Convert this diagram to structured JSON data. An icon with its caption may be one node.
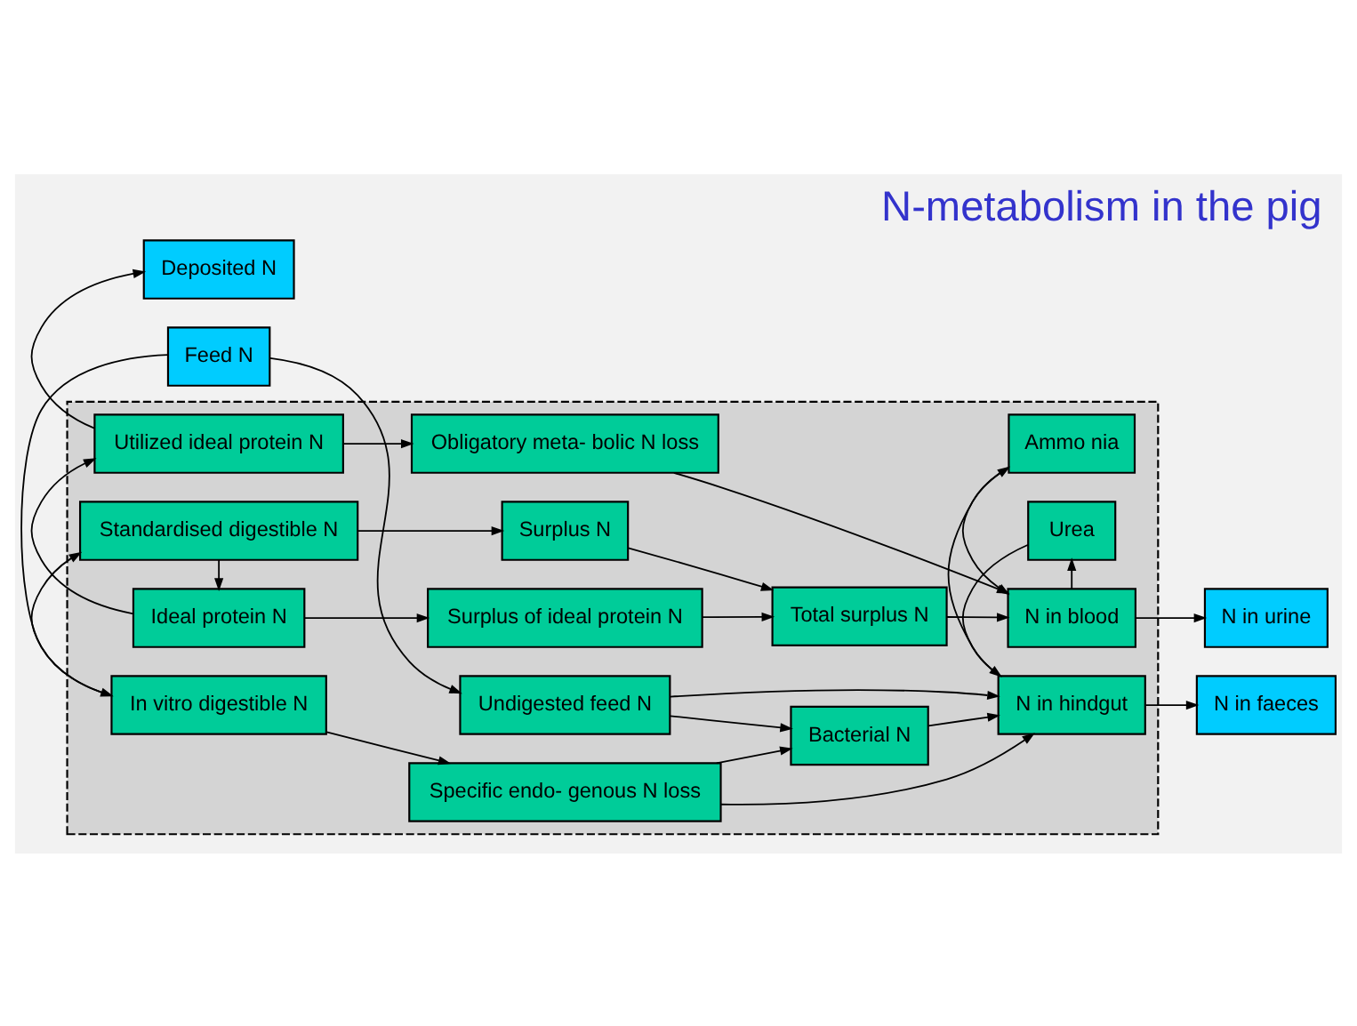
{
  "diagram": {
    "title": "N-metabolism in the pig",
    "nodes": [
      {
        "text": [
          "Feed N"
        ]
      },
      {
        "text": [],
        "shape": "box"
      },
      {
        "text": [
          "In vitro digestible N"
        ],
        "in": 1
      },
      {
        "text": [
          "Undigested feed N"
        ],
        "in": 1
      },
      {
        "text": [
          "Bacterial N"
        ],
        "in": 1
      },
      {
        "text": [
          "N in hindgut"
        ],
        "in": 1
      },
      {
        "text": [
          "Specific endo- genous N loss"
        ],
        "in": 1
      },
      {
        "text": [
          "Standardised digestible N"
        ],
        "in": 1
      },
      {
        "text": [
          "Surplus N"
        ],
        "in": 1
      },
      {
        "text": [
          "Total surplus N"
        ],
        "in": 1
      },
      {
        "text": [
          "Urea"
        ],
        "in": 1
      },
      {
        "text": [
          "Ammo nia"
        ],
        "in": 1
      },
      {
        "text": [
          "Ideal protein N"
        ],
        "in": 1
      },
      {
        "text": [
          "Surplus of ideal protein N"
        ],
        "in": 1
      },
      {
        "text": [
          "N in blood"
        ],
        "in": 1
      },
      {
        "text": [
          "Utilized ideal protein N"
        ],
        "in": 1
      },
      {
        "text": [
          "Obligatory meta- bolic N loss"
        ],
        "in": 1
      },
      {
        "text": [
          "N in faeces"
        ]
      },
      {
        "text": [
          "N in urine"
        ]
      },
      {
        "text": [
          "Deposited N"
        ]
      }
    ],
    "edges": [
      {
        "from": 0,
        "to": 2,
        "arrow": "to"
      },
      {
        "from": 0,
        "to": 3,
        "arrow": "to"
      },
      {
        "from": 2,
        "to": 7,
        "arrow": "to"
      },
      {
        "from": 2,
        "to": 6,
        "arrow": "to"
      },
      {
        "from": 7,
        "to": 12,
        "arrow": "to"
      },
      {
        "from": 7,
        "to": 8,
        "arrow": "to"
      },
      {
        "from": 12,
        "to": 15,
        "arrow": "to"
      },
      {
        "from": 12,
        "to": 13,
        "arrow": "to"
      },
      {
        "from": 15,
        "to": 19,
        "arrow": "to"
      },
      {
        "from": 15,
        "to": 16,
        "arrow": "to"
      },
      {
        "from": 3,
        "to": 5,
        "arrow": "to"
      },
      {
        "from": 3,
        "to": 4,
        "arrow": "to"
      },
      {
        "from": 6,
        "to": 4,
        "arrow": "to"
      },
      {
        "from": 6,
        "to": 5,
        "arrow": "to"
      },
      {
        "from": 4,
        "to": 5,
        "arrow": "to"
      },
      {
        "from": 5,
        "to": 17,
        "arrow": "to"
      },
      {
        "from": 8,
        "to": 9,
        "arrow": "to"
      },
      {
        "from": 13,
        "to": 9,
        "arrow": "to"
      },
      {
        "from": 9,
        "to": 14,
        "arrow": "to"
      },
      {
        "from": 16,
        "to": 14,
        "arrow": "to"
      },
      {
        "from": 14,
        "to": 10,
        "arrow": "to"
      },
      {
        "from": 10,
        "to": 5,
        "arrow": "to"
      },
      {
        "from": 5,
        "to": 11,
        "arrow": "to"
      },
      {
        "from": 11,
        "to": 14,
        "arrow": "to"
      },
      {
        "from": 14,
        "to": 18,
        "arrow": "to"
      }
    ]
  }
}
